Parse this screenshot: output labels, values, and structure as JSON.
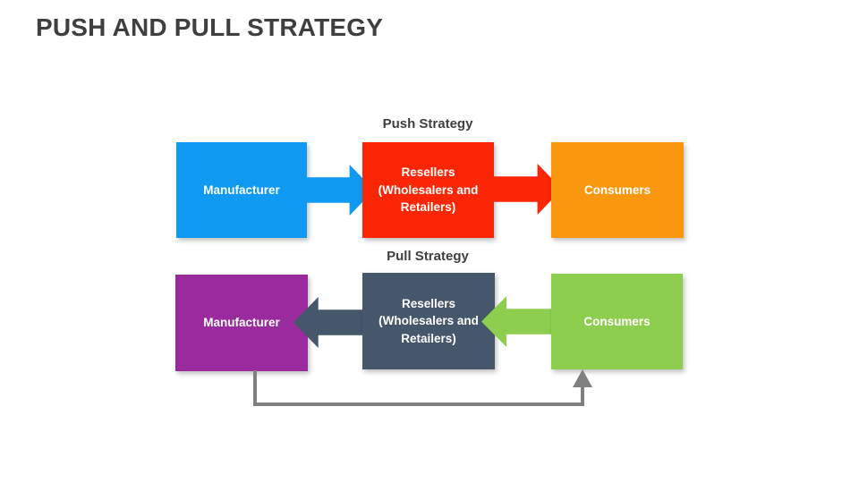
{
  "slide": {
    "title": "PUSH AND PULL STRATEGY",
    "title_color": "#3f3f3f",
    "background": "#ffffff"
  },
  "push_flow": {
    "label": "Push Strategy",
    "label_color": "#3f3f3f",
    "nodes": [
      {
        "id": "manufacturer",
        "label": "Manufacturer",
        "color": "#0e99f2",
        "text_color": "#ffffff"
      },
      {
        "id": "resellers",
        "label": "Resellers\n(Wholesalers and\nRetailers)",
        "color": "#fb2605",
        "text_color": "#ffffff"
      },
      {
        "id": "consumers",
        "label": "Consumers",
        "color": "#f9980f",
        "text_color": "#ffffff"
      }
    ],
    "arrows": [
      {
        "from": "Manufacturer",
        "to": "Resellers",
        "direction": "right",
        "color": "#0e99f2"
      },
      {
        "from": "Resellers",
        "to": "Consumers",
        "direction": "right",
        "color": "#fb2605"
      }
    ]
  },
  "pull_flow": {
    "label": "Pull Strategy",
    "label_color": "#3f3f3f",
    "nodes": [
      {
        "id": "manufacturer",
        "label": "Manufacturer",
        "color": "#9a2b9e",
        "text_color": "#ffffff"
      },
      {
        "id": "resellers",
        "label": "Resellers\n(Wholesalers and\nRetailers)",
        "color": "#46566b",
        "text_color": "#ffffff"
      },
      {
        "id": "consumers",
        "label": "Consumers",
        "color": "#8dce4e",
        "text_color": "#ffffff"
      }
    ],
    "arrows": [
      {
        "from": "Resellers",
        "to": "Manufacturer",
        "direction": "left",
        "color": "#46566b"
      },
      {
        "from": "Consumers",
        "to": "Resellers",
        "direction": "left",
        "color": "#8dce4e"
      }
    ],
    "feedback_connector": {
      "from": "Manufacturer",
      "to": "Consumers",
      "direction": "up",
      "color": "#808080"
    }
  }
}
